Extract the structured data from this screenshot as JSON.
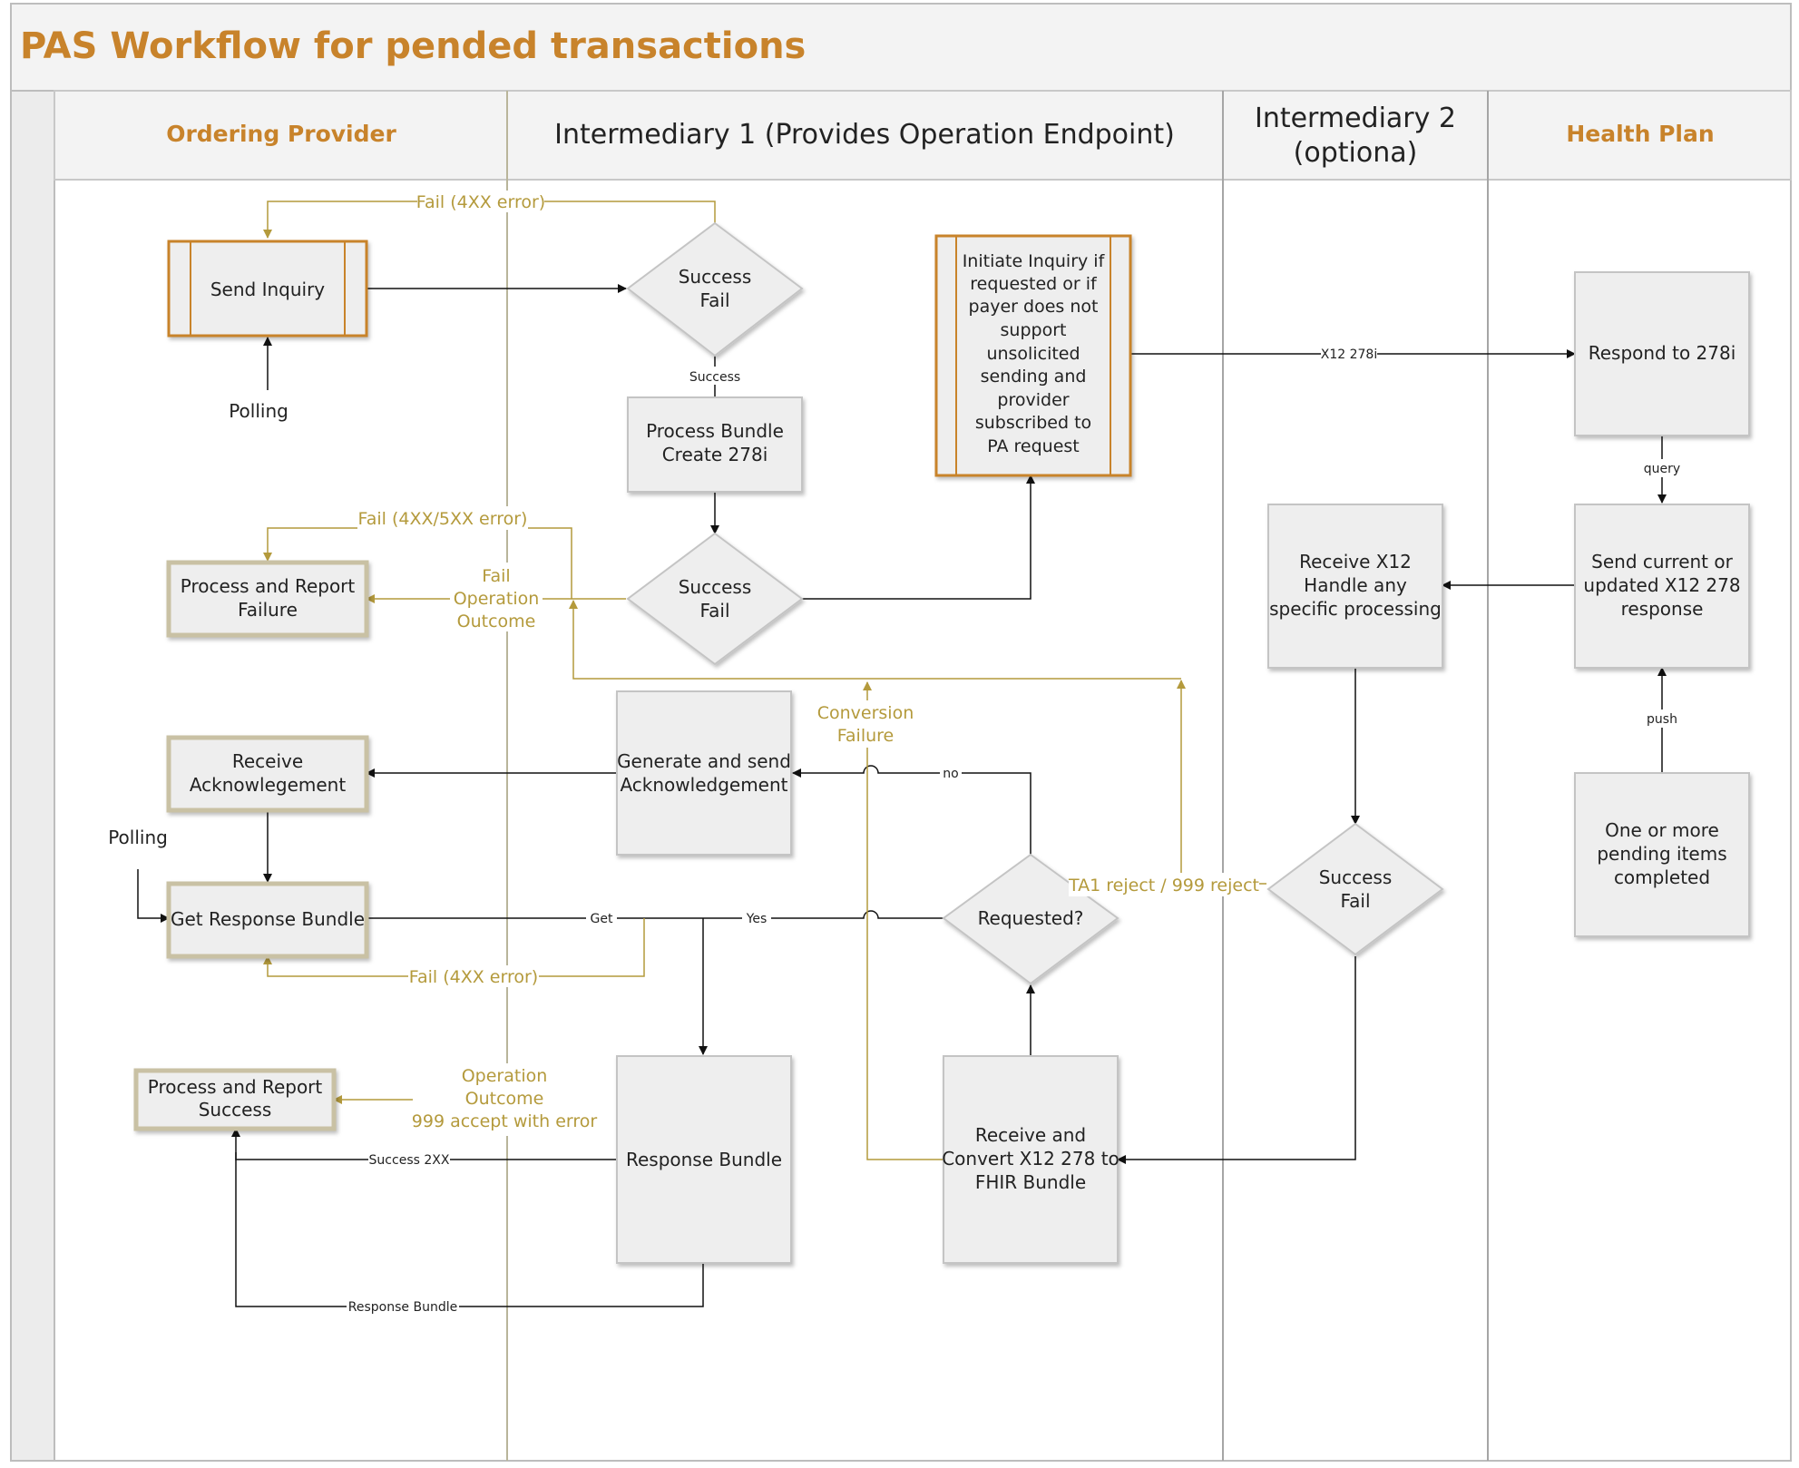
{
  "title": "PAS Workflow for pended transactions",
  "colors": {
    "accent": "#c8832b",
    "olive": "#b49a3c",
    "box_fill": "#eeeeee",
    "box_stroke": "#c4c4c4",
    "header_fill": "#f3f3f3",
    "lane_line": "#a5a5a5",
    "text": "#222222"
  },
  "lanes": {
    "ordering_provider": "Ordering Provider",
    "intermediary1": "Intermediary 1 (Provides Operation Endpoint)",
    "intermediary2_line1": "Intermediary 2",
    "intermediary2_line2": "(optiona)",
    "health_plan": "Health Plan"
  },
  "nodes": {
    "send_inquiry": "Send Inquiry",
    "success_fail_1": [
      "Success",
      "Fail"
    ],
    "process_bundle": [
      "Process Bundle",
      "Create 278i"
    ],
    "success_fail_2": [
      "Success",
      "Fail"
    ],
    "initiate_inquiry": [
      "Initiate Inquiry if",
      "requested or if",
      "payer does not",
      "support",
      "unsolicited",
      "sending and",
      "provider",
      "subscribed to",
      "PA request"
    ],
    "respond_278i": "Respond to 278i",
    "send_current": [
      "Send current or",
      "updated X12 278",
      "response"
    ],
    "receive_x12": [
      "Receive X12",
      "Handle any",
      "specific processing"
    ],
    "one_or_more": [
      "One or more",
      "pending items",
      "completed"
    ],
    "process_report_failure": [
      "Process and Report",
      "Failure"
    ],
    "receive_ack": [
      "Receive",
      "Acknowlegement"
    ],
    "generate_ack": [
      "Generate and send",
      "Acknowledgement"
    ],
    "get_response_bundle": "Get Response Bundle",
    "requested": "Requested?",
    "success_fail_3": [
      "Success",
      "Fail"
    ],
    "process_report_success": [
      "Process and Report",
      "Success"
    ],
    "response_bundle": "Response Bundle",
    "receive_convert": [
      "Receive and",
      "Convert X12 278 to",
      "FHIR Bundle"
    ]
  },
  "labels": {
    "fail_4xx_top": "Fail (4XX error)",
    "polling_1": "Polling",
    "success_small": "Success",
    "fail_4xx_5xx": "Fail (4XX/5XX error)",
    "fail_op_outcome": [
      "Fail",
      "Operation",
      "Outcome"
    ],
    "x12_278i": "X12 278i",
    "query": "query",
    "push": "push",
    "conversion_failure": [
      "Conversion",
      "Failure"
    ],
    "no": "no",
    "polling_2": "Polling",
    "get": "Get",
    "yes": "Yes",
    "ta1_reject": "TA1 reject / 999 reject",
    "fail_4xx_bottom": "Fail (4XX error)",
    "op_outcome_999": [
      "Operation",
      "Outcome",
      "999 accept with error"
    ],
    "success_2xx": "Success 2XX",
    "response_bundle_link": "Response Bundle"
  }
}
